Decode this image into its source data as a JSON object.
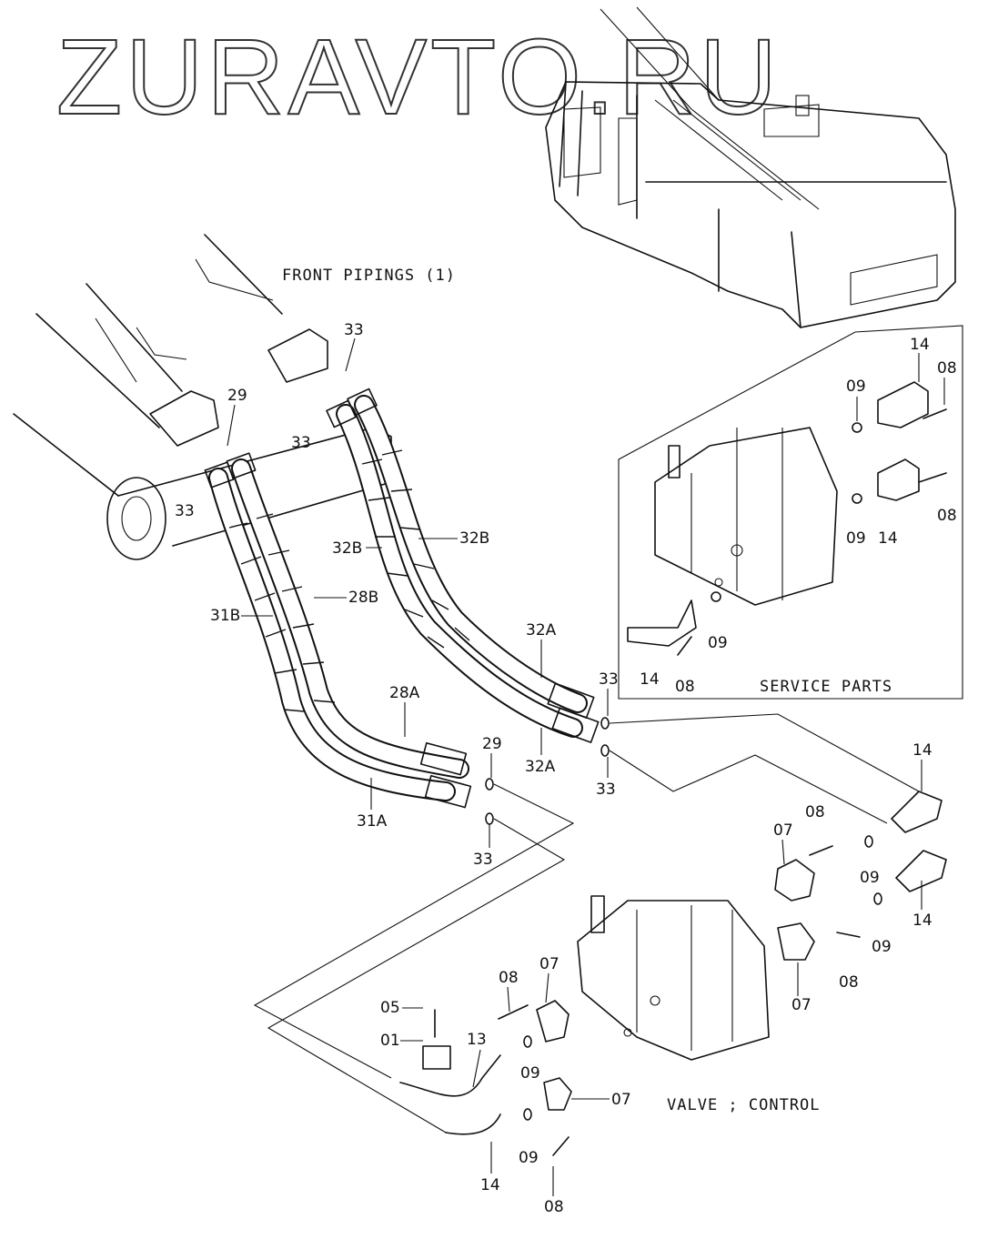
{
  "watermark": "ZURAVTO.RU",
  "title_front": "FRONT PIPINGS (1)",
  "title_service": "SERVICE PARTS",
  "title_valve": "VALVE ; CONTROL",
  "labels": {
    "l33a": "33",
    "l33b": "33",
    "l33c": "33",
    "l33d": "33",
    "l33e": "33",
    "l33f": "33",
    "l29a": "29",
    "l29b": "29",
    "l32b1": "32B",
    "l32b2": "32B",
    "l28b": "28B",
    "l31b": "31B",
    "l32a1": "32A",
    "l32a2": "32A",
    "l28a": "28A",
    "l31a": "31A",
    "l14a": "14",
    "l14b": "14",
    "l14c": "14",
    "l14d": "14",
    "l14e": "14",
    "l14f": "14",
    "l08a": "08",
    "l08b": "08",
    "l08c": "08",
    "l08d": "08",
    "l08e": "08",
    "l08f": "08",
    "l08g": "08",
    "l09a": "09",
    "l09b": "09",
    "l09c": "09",
    "l09d": "09",
    "l09e": "09",
    "l09f": "09",
    "l09g": "09",
    "l07a": "07",
    "l07b": "07",
    "l07c": "07",
    "l07d": "07",
    "l05": "05",
    "l01": "01",
    "l13": "13"
  }
}
